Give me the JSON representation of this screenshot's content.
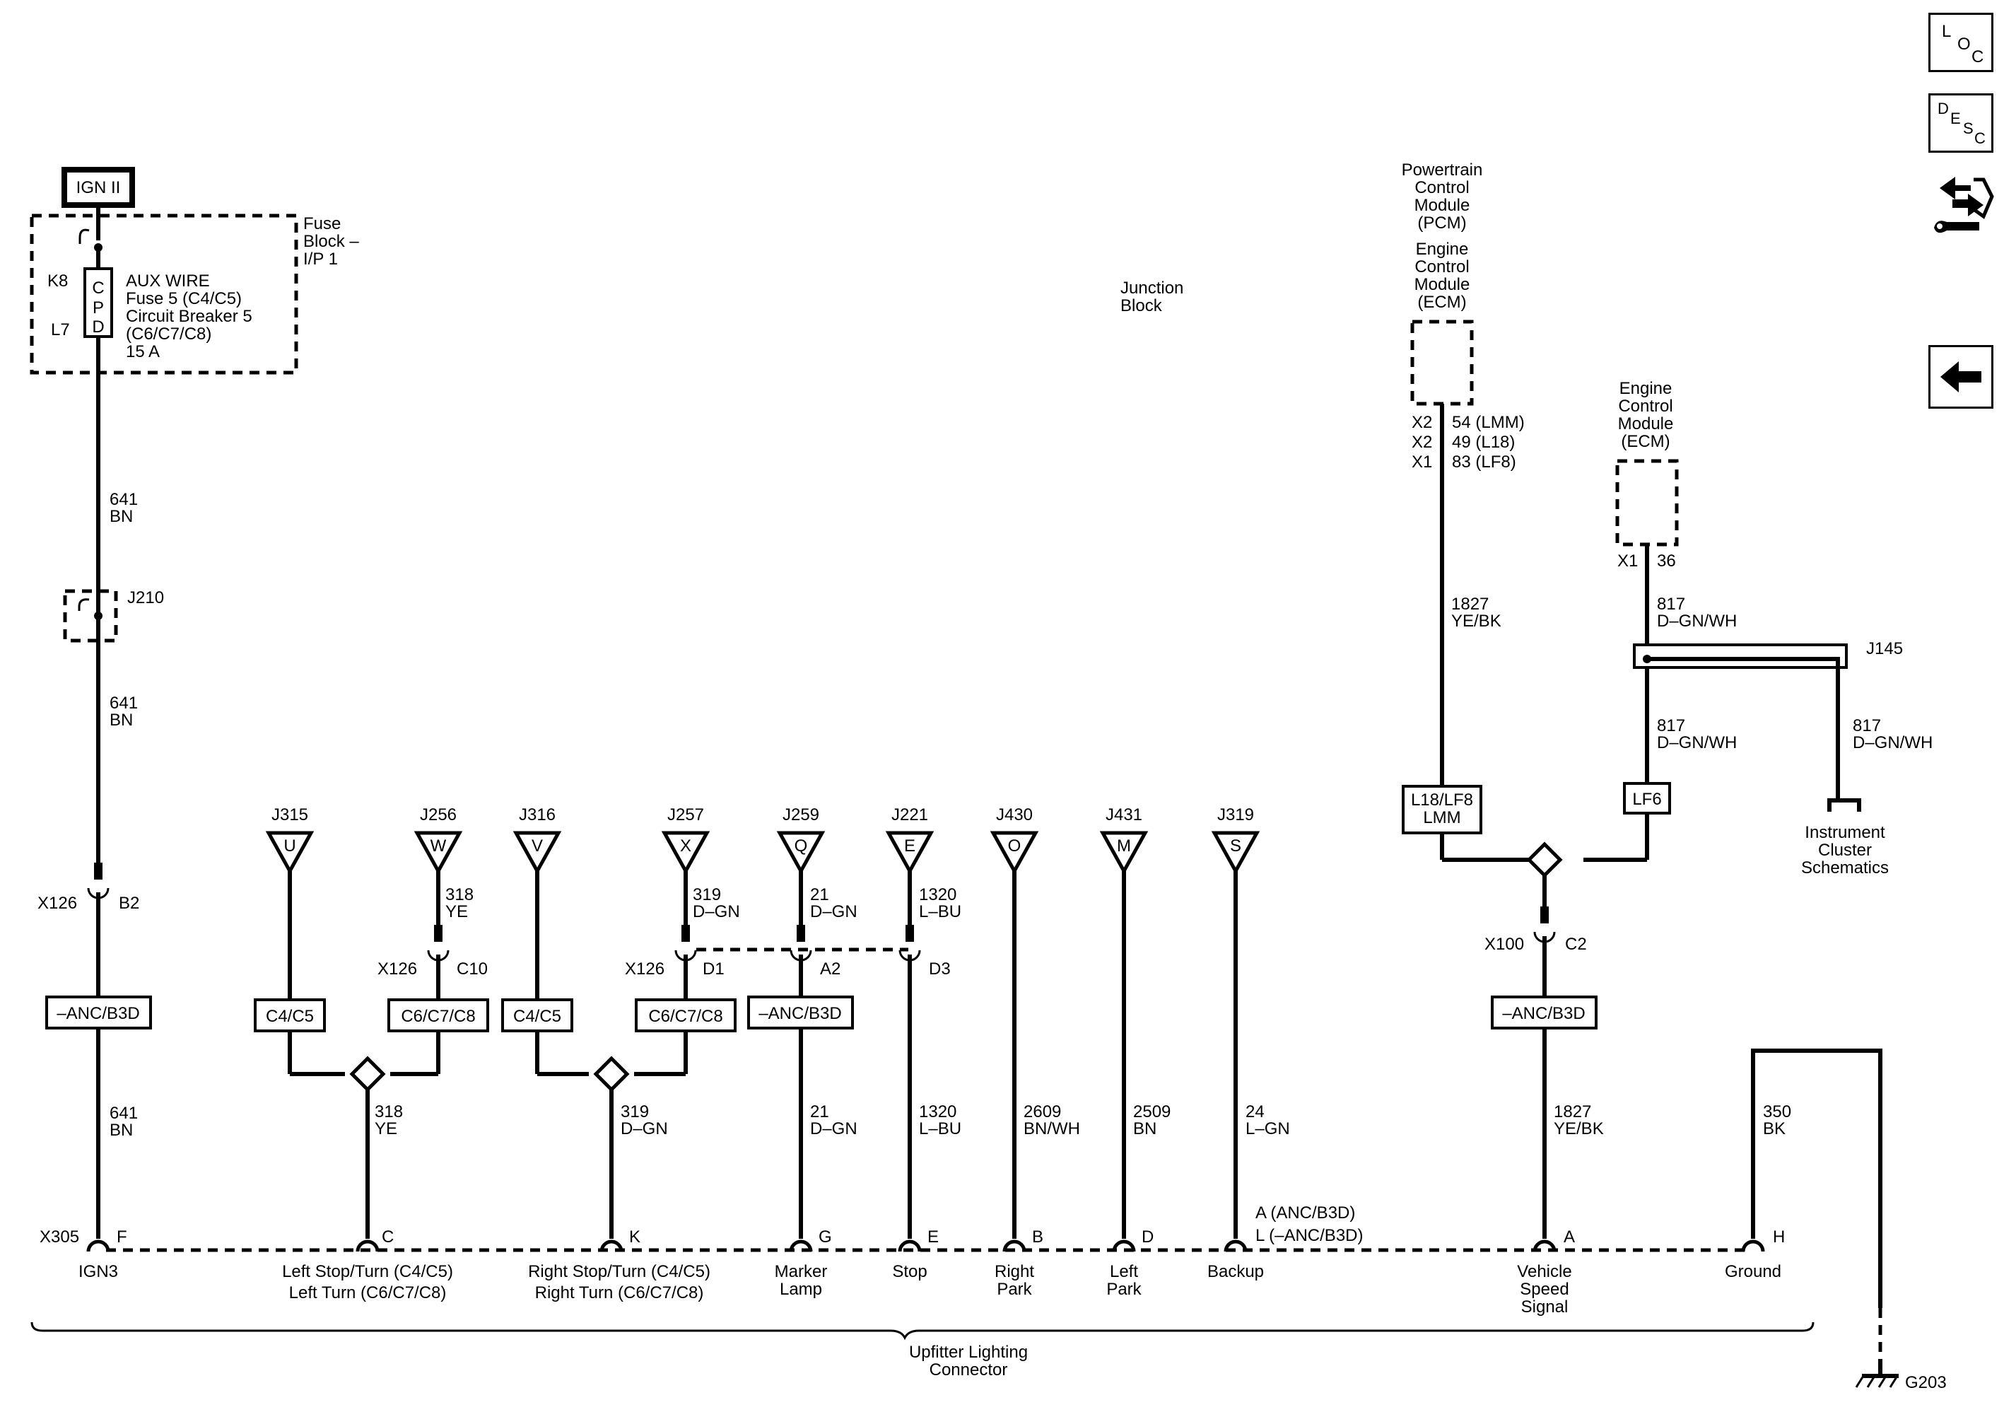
{
  "nav": {
    "loc": [
      "L",
      "O",
      "C"
    ],
    "desc": [
      "D",
      "E",
      "S",
      "C"
    ],
    "diag_icon": "wrench-arrows-icon",
    "back_icon": "back-arrow-icon"
  },
  "power": {
    "source": "IGN II",
    "fuse_block": [
      "Fuse",
      "Block –",
      "I/P 1"
    ],
    "cpd_letters": [
      "C",
      "P",
      "D"
    ],
    "cpd_pins": [
      "K8",
      "L7"
    ],
    "cpd_desc": [
      "AUX WIRE",
      "Fuse 5 (C4/C5)",
      "Circuit Breaker 5",
      "(C6/C7/C8)",
      "15 A"
    ]
  },
  "ign_wire": {
    "w1": [
      "641",
      "BN"
    ],
    "splice": "J210",
    "w2": [
      "641",
      "BN"
    ],
    "conn": [
      "X126",
      "B2"
    ],
    "option": "–ANC/B3D",
    "w3": [
      "641",
      "BN"
    ]
  },
  "junction_block": [
    "Junction",
    "Block"
  ],
  "stars": [
    {
      "id": "J315",
      "letter": "U"
    },
    {
      "id": "J256",
      "letter": "W"
    },
    {
      "id": "J316",
      "letter": "V"
    },
    {
      "id": "J257",
      "letter": "X"
    },
    {
      "id": "J259",
      "letter": "Q"
    },
    {
      "id": "J221",
      "letter": "E"
    },
    {
      "id": "J430",
      "letter": "O"
    },
    {
      "id": "J431",
      "letter": "M"
    },
    {
      "id": "J319",
      "letter": "S"
    }
  ],
  "wires": {
    "yellow_upper": [
      "318",
      "YE"
    ],
    "yellow_conn": [
      "X126",
      "C10"
    ],
    "yellow_lower": [
      "318",
      "YE"
    ],
    "dgn_upper": [
      "319",
      "D–GN"
    ],
    "dgn_conn": [
      "X126",
      "D1"
    ],
    "dgn_lower": [
      "319",
      "D–GN"
    ],
    "marker_upper": [
      "21",
      "D–GN"
    ],
    "marker_conn": "A2",
    "marker_lower": [
      "21",
      "D–GN"
    ],
    "stop_upper": [
      "1320",
      "L–BU"
    ],
    "stop_conn": "D3",
    "stop_lower": [
      "1320",
      "L–BU"
    ],
    "right_park": [
      "2609",
      "BN/WH"
    ],
    "left_park": [
      "2509",
      "BN"
    ],
    "backup": [
      "24",
      "L–GN"
    ],
    "ground": [
      "350",
      "BK"
    ]
  },
  "options": {
    "c4c5_left": "C4/C5",
    "c678_left": "C6/C7/C8",
    "c4c5_right": "C4/C5",
    "c678_right": "C6/C7/C8",
    "anc_marker": "–ANC/B3D",
    "anc_vss": "–ANC/B3D"
  },
  "pcm": {
    "label": [
      "Powertrain",
      "Control",
      "Module",
      "(PCM)",
      "Engine",
      "Control",
      "Module",
      "(ECM)"
    ],
    "pins_left": [
      "X2",
      "X2",
      "X1"
    ],
    "pins_right": [
      "54 (LMM)",
      "49 (L18)",
      "83 (LF8)"
    ],
    "wire": [
      "1827",
      "YE/BK"
    ],
    "option": [
      "L18/LF8",
      "LMM"
    ]
  },
  "ecm": {
    "label": [
      "Engine",
      "Control",
      "Module",
      "(ECM)"
    ],
    "pins": [
      "X1",
      "36"
    ],
    "wire1": [
      "817",
      "D–GN/WH"
    ],
    "splice": "J145",
    "wire2": [
      "817",
      "D–GN/WH"
    ],
    "wire3": [
      "817",
      "D–GN/WH"
    ],
    "option": "LF6",
    "cluster": [
      "Instrument",
      "Cluster",
      "Schematics"
    ]
  },
  "vss": {
    "conn": [
      "X100",
      "C2"
    ],
    "option": "–ANC/B3D",
    "wire": [
      "1827",
      "YE/BK"
    ]
  },
  "connector": {
    "id": "X305",
    "pins": [
      "F",
      "C",
      "K",
      "G",
      "E",
      "B",
      "D",
      "A",
      "H"
    ],
    "backup_pin": [
      "A (ANC/B3D)",
      "L (–ANC/B3D)"
    ],
    "labels": {
      "ign3": "IGN3",
      "left_stop": [
        "Left Stop/Turn (C4/C5)",
        "Left Turn (C6/C7/C8)"
      ],
      "right_stop": [
        "Right Stop/Turn (C4/C5)",
        "Right Turn (C6/C7/C8)"
      ],
      "marker": [
        "Marker",
        "Lamp"
      ],
      "stop": "Stop",
      "right_park": [
        "Right",
        "Park"
      ],
      "left_park": [
        "Left",
        "Park"
      ],
      "backup": "Backup",
      "vss": [
        "Vehicle",
        "Speed",
        "Signal"
      ],
      "ground": "Ground"
    },
    "name": [
      "Upfitter Lighting",
      "Connector"
    ]
  },
  "ground_id": "G203"
}
